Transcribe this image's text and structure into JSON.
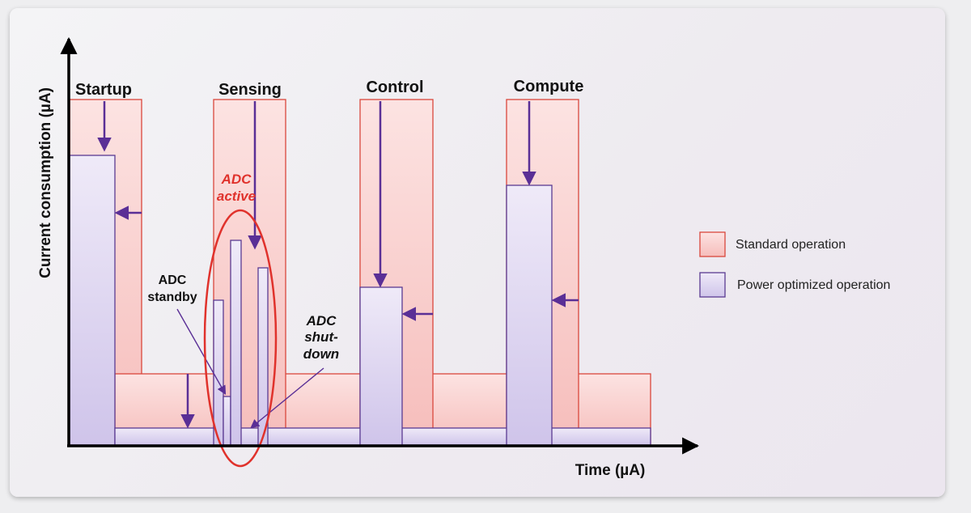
{
  "phases": {
    "startup": "Startup",
    "sensing": "Sensing",
    "control": "Control",
    "compute": "Compute"
  },
  "axes": {
    "y_label": "Current consumption (µA)",
    "x_label": "Time (µA)"
  },
  "annotations": {
    "adc_active_1": "ADC",
    "adc_active_2": "active",
    "adc_standby_1": "ADC",
    "adc_standby_2": "standby",
    "adc_shutdown_1": "ADC",
    "adc_shutdown_2": "shut-",
    "adc_shutdown_3": "down"
  },
  "legend": {
    "standard": "Standard operation",
    "optimized": "Power optimized operation"
  },
  "colors": {
    "standard_fill": "#f8cccb",
    "standard_stroke": "#d9473c",
    "optimized_fill": "#e3ddf2",
    "optimized_stroke": "#5a3b92",
    "arrow": "#5a2f96",
    "highlight": "#e0322c"
  }
}
